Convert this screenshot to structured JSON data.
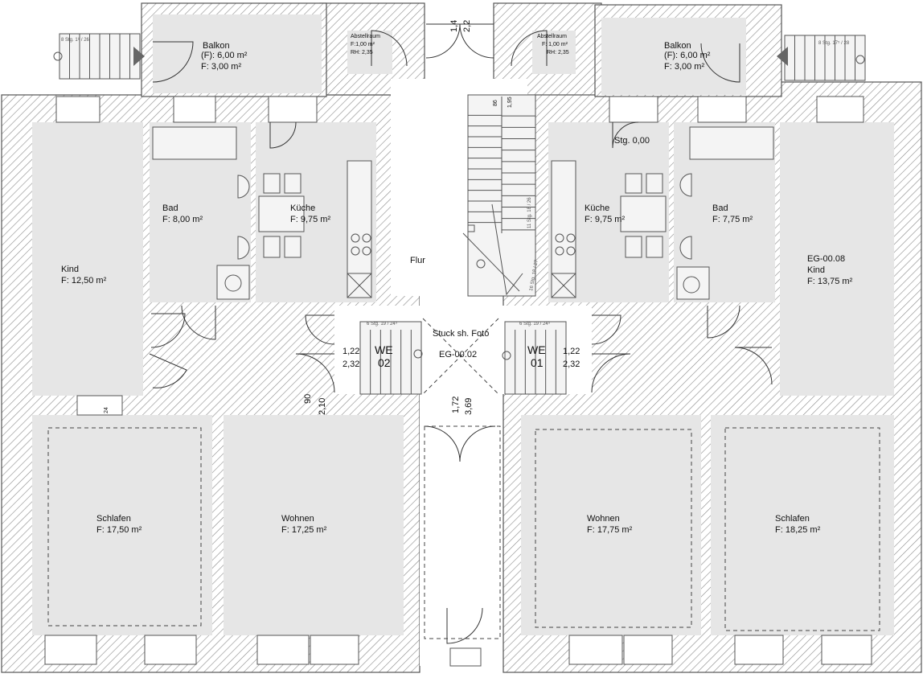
{
  "rooms": {
    "balkon_l": {
      "name": "Balkon",
      "area_f1": "(F): 6,00 m²",
      "area_f2": "F: 3,00 m²"
    },
    "balkon_r": {
      "name": "Balkon",
      "area_f1": "(F): 6,00 m²",
      "area_f2": "F: 3,00 m²"
    },
    "abstell_l": {
      "name": "Abstellraum",
      "area": "F:1,00 m²",
      "rh": "RH: 2,35"
    },
    "abstell_r": {
      "name": "Abstellraum",
      "area": "F: 1,00 m²",
      "rh": "RH: 2,35"
    },
    "bad_l": {
      "name": "Bad",
      "area": "F: 8,00 m²"
    },
    "kueche_l": {
      "name": "Küche",
      "area": "F: 9,75 m²"
    },
    "kind_l": {
      "name": "Kind",
      "area": "F: 12,50 m²"
    },
    "flur": {
      "name": "Flur"
    },
    "kueche_r": {
      "name": "Küche",
      "area": "F: 9,75 m²"
    },
    "bad_r": {
      "name": "Bad",
      "area": "F: 7,75 m²"
    },
    "kind_r": {
      "id": "EG-00.08",
      "name": "Kind",
      "area": "F: 13,75 m²"
    },
    "schlafen_l": {
      "name": "Schlafen",
      "area": "F: 17,50 m²"
    },
    "wohnen_l": {
      "name": "Wohnen",
      "area": "F: 17,25 m²"
    },
    "wohnen_r": {
      "name": "Wohnen",
      "area": "F: 17,75 m²"
    },
    "schlafen_r": {
      "name": "Schlafen",
      "area": "F: 18,25 m²"
    }
  },
  "hall": {
    "note": "Stuck sh. Foto",
    "id": "EG-00.02"
  },
  "units": {
    "we02": {
      "line1": "WE",
      "line2": "02",
      "dim1": "1,22",
      "dim2": "2,32",
      "steps": "6 Stg. 19 / 24⁵"
    },
    "we01": {
      "line1": "WE",
      "line2": "01",
      "dim1": "1,22",
      "dim2": "2,32",
      "steps": "6 Stg. 19 / 24⁵"
    }
  },
  "stairs": {
    "ext_left": "8 Stg. 1⁸ / 26",
    "ext_right": "8 Stg. 17⁵ / 28",
    "main_upper": "11 Stg. 18 / 26",
    "main_lower": "16 Stg. 18 / 27",
    "step_level": "Stg. 0,00",
    "dim_a": "86",
    "dim_b": "1,95"
  },
  "dims": {
    "top_1": "1,4",
    "top_2": "2,2",
    "hall_door_1": "90",
    "hall_door_2": "2,10",
    "entry_1": "1,72",
    "entry_2": "3,69",
    "small": "24"
  }
}
